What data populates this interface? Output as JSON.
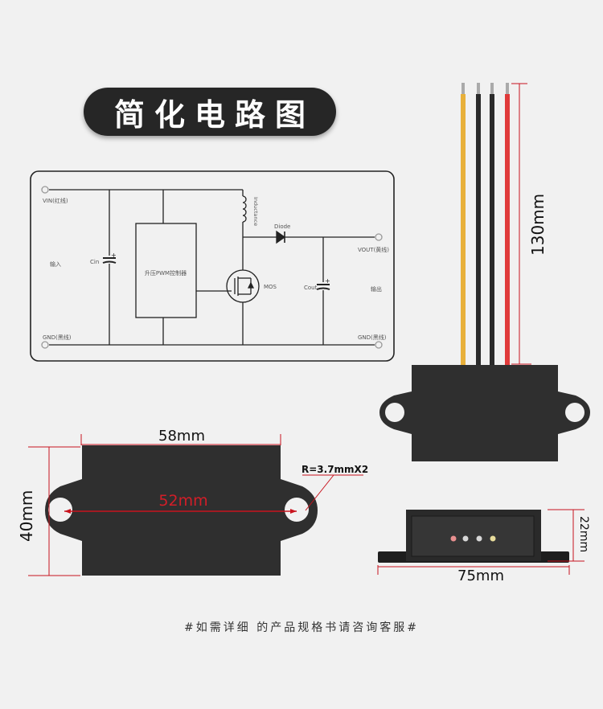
{
  "title": "简化电路图",
  "circuit": {
    "vin_label": "VIN(红线)",
    "gnd_in_label": "GND(黑线)",
    "input_label": "输入",
    "cin_label": "Cin",
    "cin_polarity": "+",
    "controller_label": "升压PWM控制器",
    "inductor_label": "Inductance",
    "diode_label": "Diode",
    "mos_label": "MOS",
    "cout_label": "Cout",
    "cout_polarity": "+",
    "vout_label": "VOUT(黄线)",
    "output_label": "输出",
    "gnd_out_label": "GND(黑线)"
  },
  "wires": {
    "colors": [
      "#e8b03a",
      "#2a2a2a",
      "#2a2a2a",
      "#e03a3a"
    ],
    "length_label": "130mm"
  },
  "top_view": {
    "width_label": "58mm",
    "height_label": "40mm",
    "hole_spacing_label": "52mm",
    "hole_radius_label": "R=3.7mmX2"
  },
  "front_view": {
    "width_label": "75mm",
    "height_label": "22mm",
    "pin_colors": [
      "#e89090",
      "#d8d8d8",
      "#d8d8d8",
      "#e8dc9c"
    ]
  },
  "colors": {
    "body": "#2f2f2f",
    "dimension_red": "#c8141e",
    "background": "#f1f1f1"
  },
  "footer": "#如需详细 的产品规格书请咨询客服#"
}
